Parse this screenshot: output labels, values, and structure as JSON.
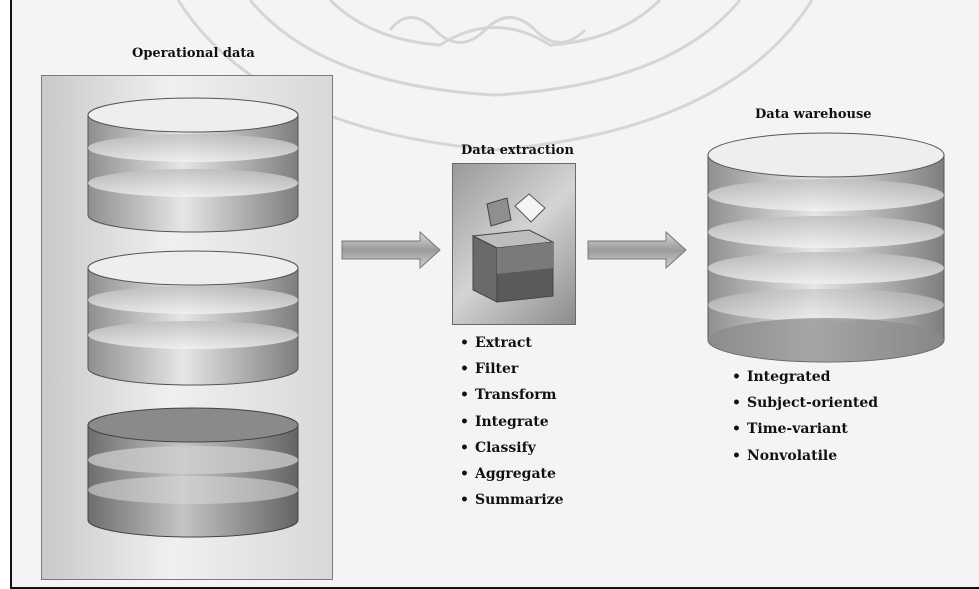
{
  "labels": {
    "operational": "Operational data",
    "extraction": "Data extraction",
    "warehouse": "Data warehouse"
  },
  "extraction_steps": [
    "Extract",
    "Filter",
    "Transform",
    "Integrate",
    "Classify",
    "Aggregate",
    "Summarize"
  ],
  "warehouse_traits": [
    "Integrated",
    "Subject-oriented",
    "Time-variant",
    "Nonvolatile"
  ],
  "colors": {
    "border": "#111111",
    "cylinder_light": "#ececec",
    "cylinder_dark": "#7c7c7c",
    "arrow": "#a8a8a8",
    "watermark": "#bdbdbd"
  }
}
